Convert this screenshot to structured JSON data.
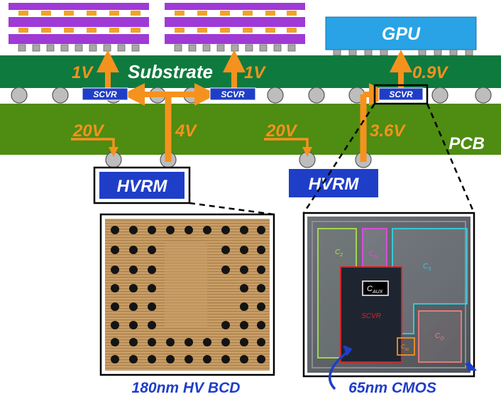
{
  "labels": {
    "gpu": "GPU",
    "substrate": "Substrate",
    "pcb": "PCB",
    "scvr": "SCVR",
    "hvrm": "HVRM",
    "v_1v_left": "1V",
    "v_1v_right": "1V",
    "v_0_9v": "0.9V",
    "v_4v": "4V",
    "v_3_6v": "3.6V",
    "v_20v_left": "20V",
    "v_20v_right": "20V"
  },
  "captions": {
    "left_die": "180nm HV BCD",
    "right_die": "65nm CMOS"
  },
  "die_right": {
    "c_main": "C",
    "c2_sub": "2",
    "c3_sub": "3",
    "cfly_sub": "fly",
    "caux_sub": "AUX",
    "cin_sub": "IN",
    "co_sub": "O",
    "scvr": "SCVR"
  },
  "colors": {
    "orange": "#f5921e",
    "blue_chip": "#1f3ec8",
    "substrate_green": "#0f7a3e",
    "pcb_green": "#4e8c12",
    "purple": "#9f3ad6",
    "gpu_blue": "#29a3e6"
  }
}
